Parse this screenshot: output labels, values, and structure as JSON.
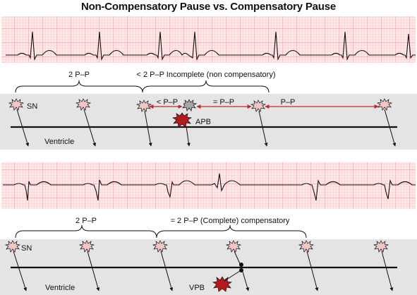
{
  "title": "Non-Compensatory Pause vs. Compensatory Pause",
  "top_diagram": {
    "brace_left_label": "2 P–P",
    "brace_right_label": "< 2 P–P Incomplete (non compensatory)",
    "sn_label": "SN",
    "ventricle_label": "Ventricle",
    "apb_label": "APB",
    "interval_labels": [
      "< P–P",
      "= P–P",
      "P–P"
    ]
  },
  "bottom_diagram": {
    "brace_left_label": "2 P–P",
    "brace_right_label": "= 2 P–P (Complete) compensatory",
    "sn_label": "SN",
    "ventricle_label": "Ventricle",
    "vpb_label": "VPB"
  },
  "colors": {
    "ecg_background": "#fbe9ea",
    "ecg_grid": "#e58f96",
    "panel_gray": "#e4e4e4",
    "arrow_red": "#c1272d",
    "burst_red": "#b5191e",
    "burst_pink": "#f3c6c6",
    "burst_gray": "#a9a9a9"
  },
  "icons": [
    "sinus-node-burst-icon",
    "apb-burst-icon",
    "vpb-burst-icon"
  ]
}
